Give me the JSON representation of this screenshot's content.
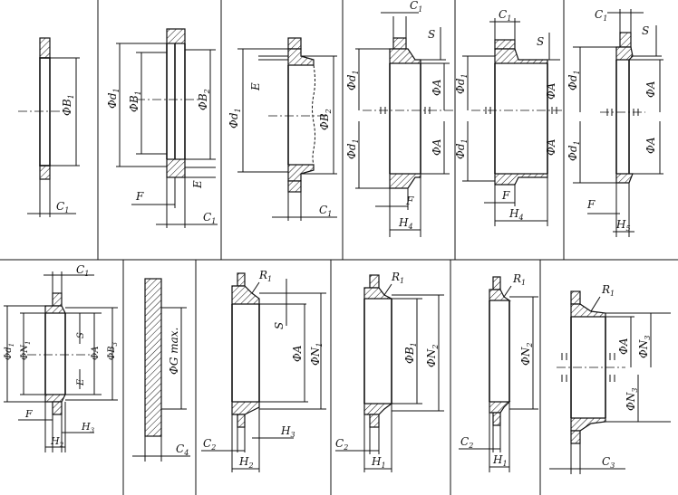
{
  "panels": [
    {
      "id": "p1",
      "labels": {
        "b": "ΦB",
        "b_sub": "1",
        "c": "C",
        "c_sub": "1"
      }
    },
    {
      "id": "p2",
      "labels": {
        "d": "Φd",
        "d_sub": "1",
        "b1": "ΦB",
        "b1_sub": "1",
        "b2": "ΦB",
        "b2_sub": "2",
        "f": "F",
        "e": "E",
        "c": "C",
        "c_sub": "1"
      }
    },
    {
      "id": "p3",
      "labels": {
        "d": "Φd",
        "d_sub": "1",
        "b2": "ΦB",
        "b2_sub": "2",
        "e": "E",
        "c": "C",
        "c_sub": "1"
      }
    },
    {
      "id": "p4",
      "labels": {
        "c": "C",
        "c_sub": "1",
        "s": "S",
        "d1": "Φd",
        "d1_sub": "1",
        "a1": "ΦA",
        "d2": "Φd",
        "d2_sub": "1",
        "a2": "ΦA",
        "f": "F",
        "h": "H",
        "h_sub": "4"
      }
    },
    {
      "id": "p5",
      "labels": {
        "c": "C",
        "c_sub": "1",
        "s": "S",
        "d1": "Φd",
        "d1_sub": "1",
        "a1": "ΦA",
        "d2": "Φd",
        "d2_sub": "1",
        "a2": "ΦA",
        "f": "F",
        "h": "H",
        "h_sub": "4"
      }
    },
    {
      "id": "p6",
      "labels": {
        "c": "C",
        "c_sub": "1",
        "s": "S",
        "d1": "Φd",
        "d1_sub": "1",
        "a1": "ΦA",
        "d2": "Φd",
        "d2_sub": "1",
        "a2": "ΦA",
        "f": "F",
        "h": "H",
        "h_sub": "5"
      }
    },
    {
      "id": "p7",
      "labels": {
        "c": "C",
        "c_sub": "1",
        "d": "Φd",
        "d_sub": "1",
        "n": "ΦN",
        "n_sub": "1",
        "s": "S",
        "a": "ΦA",
        "b": "ΦB",
        "b_sub": "3",
        "e": "E",
        "f": "F",
        "h3": "H",
        "h3_sub": "3",
        "h2": "H",
        "h2_sub": "2"
      }
    },
    {
      "id": "p8",
      "labels": {
        "g": "ΦG max.",
        "c": "C",
        "c_sub": "4"
      }
    },
    {
      "id": "p9",
      "labels": {
        "r": "R",
        "r_sub": "1",
        "s": "S",
        "a": "ΦA",
        "n": "ΦN",
        "n_sub": "1",
        "c": "C",
        "c_sub": "2",
        "h3": "H",
        "h3_sub": "3",
        "h2": "H",
        "h2_sub": "2"
      }
    },
    {
      "id": "p10",
      "labels": {
        "r": "R",
        "r_sub": "1",
        "b": "ΦB",
        "b_sub": "1",
        "n": "ΦN",
        "n_sub": "2",
        "c": "C",
        "c_sub": "2",
        "h": "H",
        "h_sub": "1"
      }
    },
    {
      "id": "p11",
      "labels": {
        "r": "R",
        "r_sub": "1",
        "n": "ΦN",
        "n_sub": "2",
        "c": "C",
        "c_sub": "2",
        "h": "H",
        "h_sub": "1"
      }
    },
    {
      "id": "p12",
      "labels": {
        "r": "R",
        "r_sub": "1",
        "a": "ΦA",
        "n1": "ΦN",
        "n1_sub": "3",
        "n2": "ΦN",
        "n2_sub": "3",
        "c": "C",
        "c_sub": "3"
      }
    }
  ]
}
